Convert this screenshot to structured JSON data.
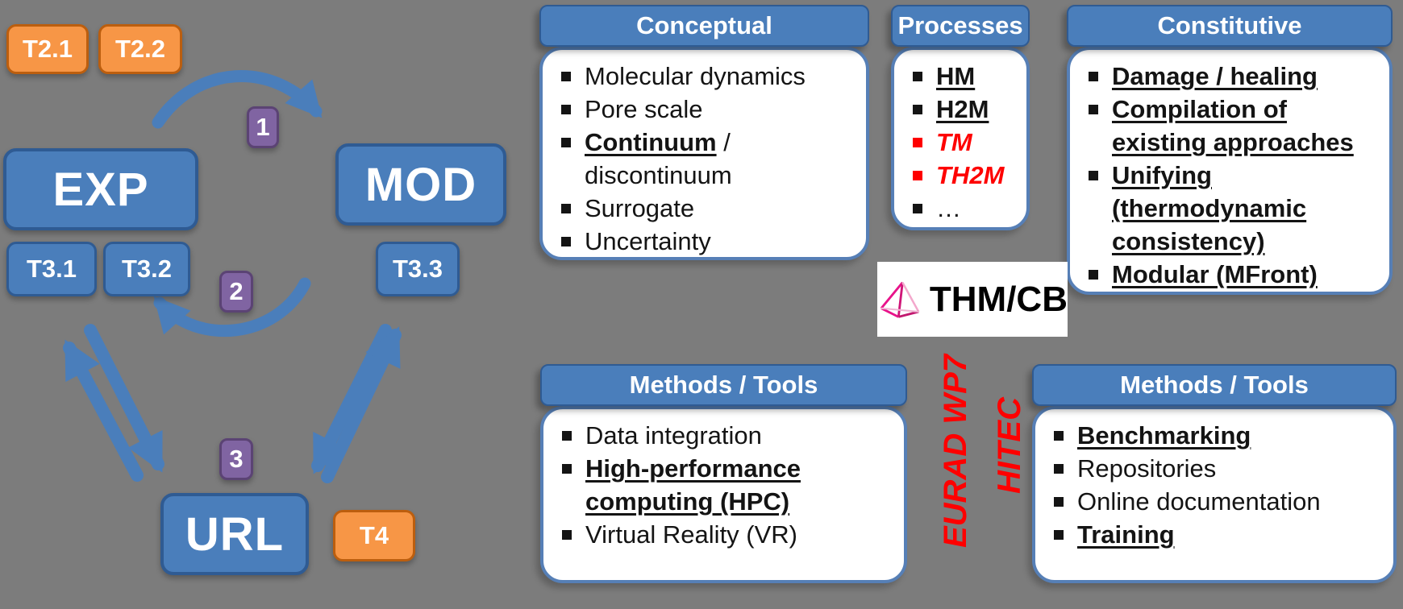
{
  "colors": {
    "background": "#7C7C7C",
    "blue_fill": "#4A7EBB",
    "blue_border": "#2F5B93",
    "orange_fill": "#F79646",
    "orange_border": "#BC5E0E",
    "purple_fill": "#8064A2",
    "purple_border": "#5B4374",
    "arrow_blue": "#4A7EBB",
    "red_text": "#FE0000",
    "magenta_icon": "#EC008C",
    "panel_body_border": "#567FB6"
  },
  "diagram": {
    "nodes": {
      "exp": {
        "label": "EXP"
      },
      "mod": {
        "label": "MOD"
      },
      "url": {
        "label": "URL"
      }
    },
    "task_tags": {
      "t21": {
        "label": "T2.1"
      },
      "t22": {
        "label": "T2.2"
      },
      "t31": {
        "label": "T3.1"
      },
      "t32": {
        "label": "T3.2"
      },
      "t33": {
        "label": "T3.3"
      },
      "t4": {
        "label": "T4"
      }
    },
    "step_badges": {
      "s1": {
        "label": "1"
      },
      "s2": {
        "label": "2"
      },
      "s3": {
        "label": "3"
      }
    }
  },
  "panels": {
    "conceptual": {
      "title": "Conceptual",
      "items": [
        {
          "lead": "",
          "rest": "Molecular dynamics"
        },
        {
          "lead": "",
          "rest": "Pore scale"
        },
        {
          "lead": "Continuum",
          "rest": " /\ndiscontinuum"
        },
        {
          "lead": "",
          "rest": "Surrogate"
        },
        {
          "lead": "",
          "rest": "Uncertainty"
        }
      ]
    },
    "processes": {
      "title": "Processes",
      "items": [
        {
          "lead": "HM",
          "rest": ""
        },
        {
          "lead": "H2M",
          "rest": ""
        },
        {
          "lead": "TM",
          "rest": ""
        },
        {
          "lead": "TH2M",
          "rest": ""
        },
        {
          "lead": "",
          "rest": "…"
        }
      ]
    },
    "constitutive": {
      "title": "Constitutive",
      "items": [
        {
          "lead": "Damage / healing",
          "rest": ""
        },
        {
          "lead": "Compilation of\nexisting approaches",
          "rest": ""
        },
        {
          "lead": "Unifying\n(thermodynamic\nconsistency)",
          "rest": ""
        },
        {
          "lead": "Modular (MFront)",
          "rest": ""
        }
      ]
    },
    "methods_left": {
      "title": "Methods / Tools",
      "items": [
        {
          "lead": "",
          "rest": "Data integration"
        },
        {
          "lead": "High-performance\ncomputing (HPC)",
          "rest": ""
        },
        {
          "lead": "",
          "rest": "Virtual Reality (VR)"
        }
      ]
    },
    "methods_right": {
      "title": "Methods / Tools",
      "items": [
        {
          "lead": "Benchmarking",
          "rest": ""
        },
        {
          "lead": "",
          "rest": "Repositories"
        },
        {
          "lead": "",
          "rest": "Online documentation"
        },
        {
          "lead": "Training",
          "rest": ""
        }
      ]
    }
  },
  "center_label": {
    "text": "THM/CB",
    "icon": "tetrahedron-icon"
  },
  "vertical_labels": {
    "eurad": "EURAD WP7",
    "hitec": "HITEC"
  }
}
